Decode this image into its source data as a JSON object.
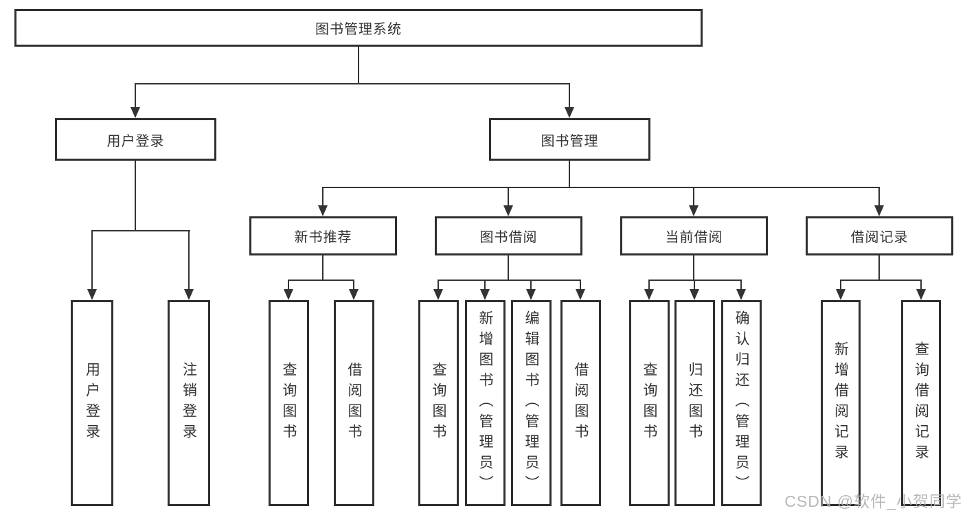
{
  "nodes": {
    "root": {
      "label": "图书管理系统"
    },
    "user_login_branch": {
      "label": "用户登录"
    },
    "book_mgmt_branch": {
      "label": "图书管理"
    },
    "new_book_recommend": {
      "label": "新书推荐"
    },
    "book_borrowing": {
      "label": "图书借阅"
    },
    "current_borrowing": {
      "label": "当前借阅"
    },
    "borrowing_records": {
      "label": "借阅记录"
    },
    "leaf_user_login": {
      "label": "用户登录"
    },
    "leaf_logout": {
      "label": "注销登录"
    },
    "leaf_query_book_1": {
      "label": "查询图书"
    },
    "leaf_borrow_book_1": {
      "label": "借阅图书"
    },
    "leaf_query_book_2": {
      "label": "查询图书"
    },
    "leaf_add_book_admin": {
      "label": "新增图书（管理员）"
    },
    "leaf_edit_book_admin": {
      "label": "编辑图书（管理员）"
    },
    "leaf_borrow_book_2": {
      "label": "借阅图书"
    },
    "leaf_query_book_3": {
      "label": "查询图书"
    },
    "leaf_return_book": {
      "label": "归还图书"
    },
    "leaf_confirm_return_admin": {
      "label": "确认归还（管理员）"
    },
    "leaf_add_borrow_record": {
      "label": "新增借阅记录"
    },
    "leaf_query_borrow_record": {
      "label": "查询借阅记录"
    }
  },
  "watermark": {
    "text": "CSDN @软件_小贺同学"
  },
  "colors": {
    "line": "#333333",
    "box_border": "#2f2f2f",
    "box_fill": "#ffffff",
    "text": "#333333",
    "watermark": "#afafaf"
  }
}
